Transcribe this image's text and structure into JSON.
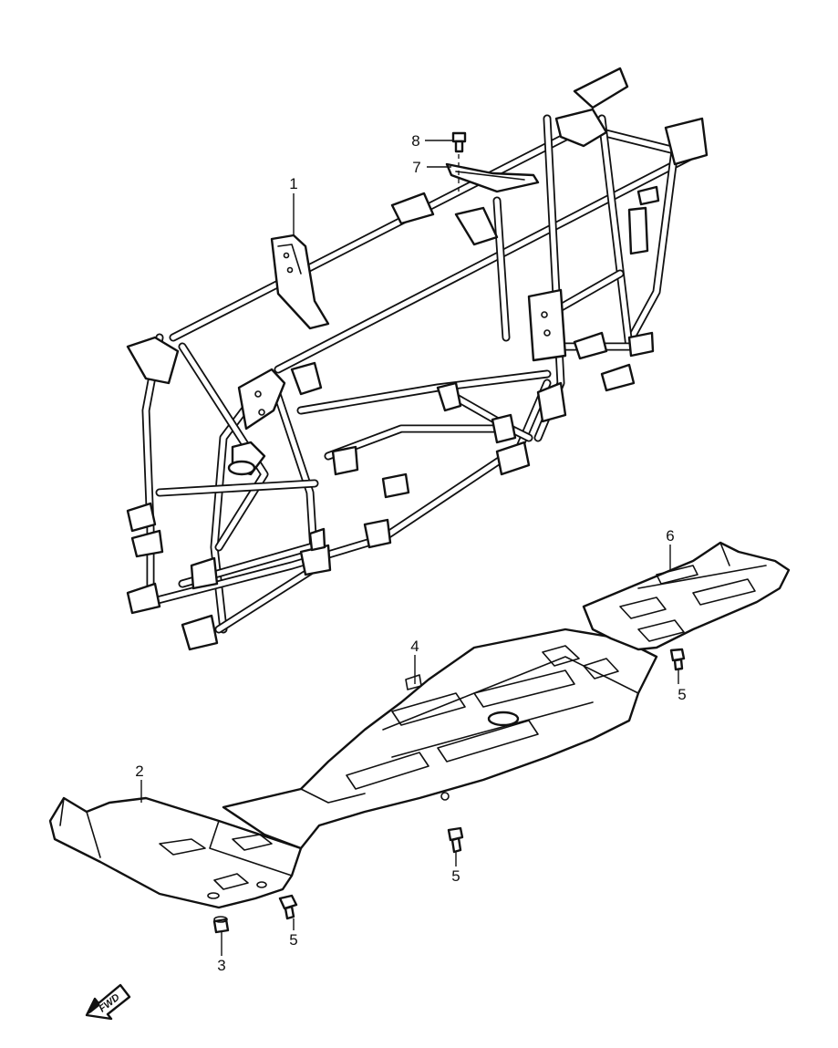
{
  "callouts": {
    "c1": "1",
    "c2": "2",
    "c3": "3",
    "c4": "4",
    "c5a": "5",
    "c5b": "5",
    "c5c": "5",
    "c6": "6",
    "c7": "7",
    "c8": "8"
  },
  "fwd_label": "FWD",
  "colors": {
    "line": "#111111",
    "background": "#ffffff"
  }
}
